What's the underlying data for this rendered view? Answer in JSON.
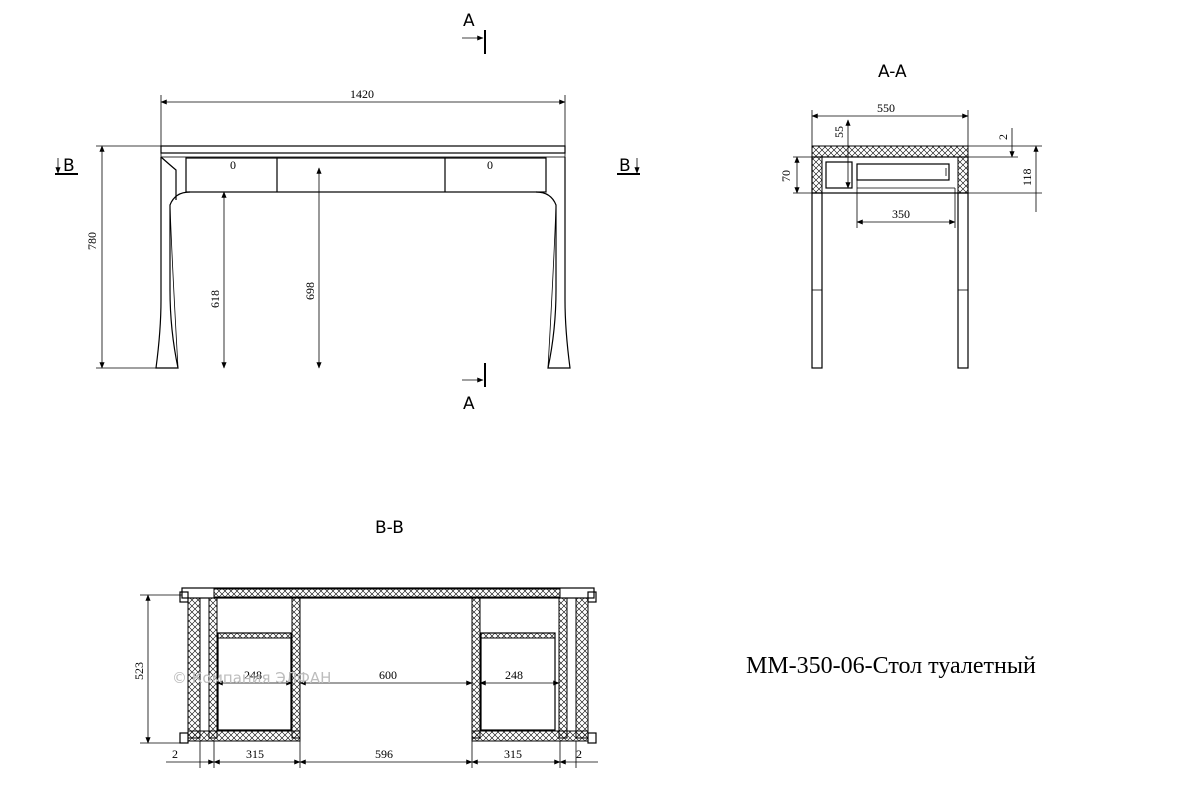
{
  "title": "ММ-350-06-Стол туалетный",
  "watermark": "© Компания ЭЛФАН",
  "front_view": {
    "section_marks": {
      "a_top": "A",
      "a_bottom": "A",
      "b_left": "B",
      "b_right": "B"
    },
    "dims": {
      "width": "1420",
      "height": "780",
      "knee_618": "618",
      "knee_698": "698"
    },
    "drawer_knobs": [
      "0",
      "0"
    ]
  },
  "section_aa": {
    "label": "A-A",
    "dims": {
      "depth": "550",
      "top_55": "55",
      "gap_2": "2",
      "apron_70": "70",
      "apron_118": "118",
      "drawer_350": "350"
    }
  },
  "section_bb": {
    "label": "B-B",
    "dims": {
      "depth": "523",
      "inner_left": "248",
      "middle": "600",
      "inner_right": "248",
      "bottom": [
        "2",
        "315",
        "596",
        "315",
        "2"
      ]
    }
  }
}
